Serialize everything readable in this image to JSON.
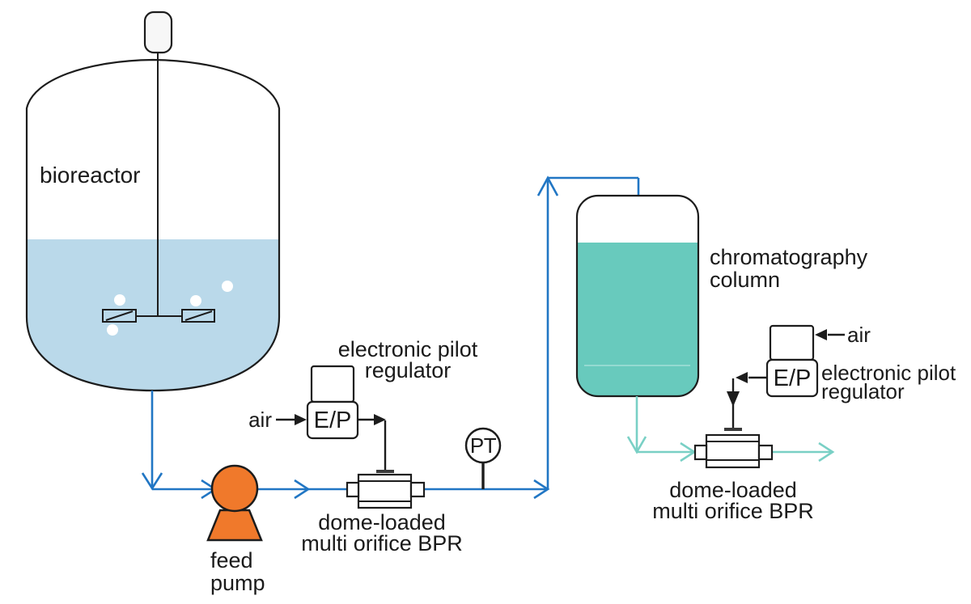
{
  "colors": {
    "pipe_blue": "#2176c4",
    "liquid_blue": "#bad9ea",
    "teal_fill": "#68cabd",
    "teal_pipe": "#79d0c5",
    "pump_orange": "#f0792b",
    "line_ink": "#1c1c1c",
    "text_ink": "#1a1a1a"
  },
  "bioreactor": {
    "label": "bioreactor"
  },
  "feed_pump": {
    "label_line1": "feed",
    "label_line2": "pump"
  },
  "ep_left": {
    "air_label": "air",
    "box_label": "E/P",
    "caption_line1": "electronic pilot",
    "caption_line2": "regulator"
  },
  "bpr_left": {
    "caption_line1": "dome-loaded",
    "caption_line2": "multi orifice BPR"
  },
  "pressure_transmitter": {
    "label": "PT"
  },
  "column": {
    "caption_line1": "chromatography",
    "caption_line2": "column"
  },
  "ep_right": {
    "air_label": "air",
    "box_label": "E/P",
    "caption_line1": "electronic pilot",
    "caption_line2": "regulator"
  },
  "bpr_right": {
    "caption_line1": "dome-loaded",
    "caption_line2": "multi orifice BPR"
  }
}
